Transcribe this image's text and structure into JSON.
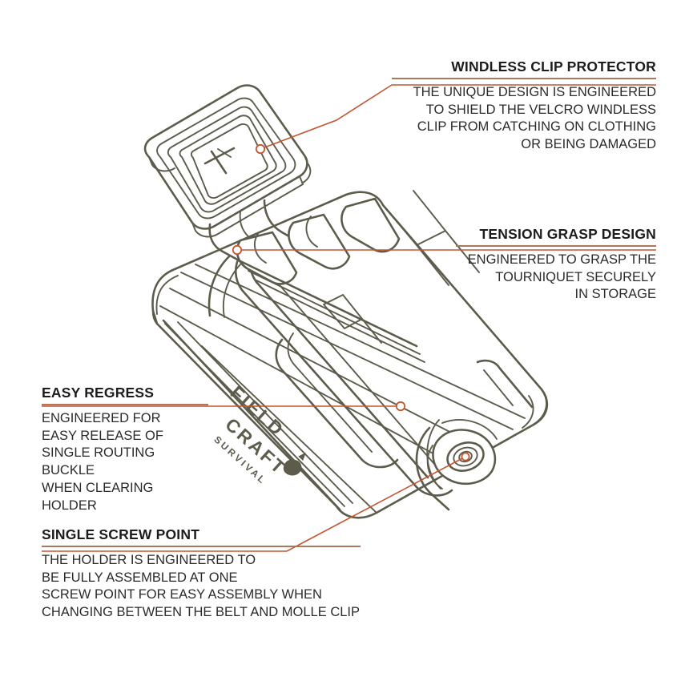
{
  "colors": {
    "outline": "#5d5c4c",
    "leader": "#c4552f",
    "rule": "#a9785f",
    "heading_text": "#1c1c1c",
    "body_text": "#2b2b2b",
    "background": "#ffffff"
  },
  "product": {
    "brand_line_1": "FIELD",
    "brand_line_2": "CRAFT",
    "brand_line_3": "SURVIVAL",
    "description": "isometric line drawing of a tourniquet holder with windlass clip protector"
  },
  "callouts": [
    {
      "id": "windless-clip-protector",
      "heading": "WINDLESS CLIP PROTECTOR",
      "body": "THE UNIQUE DESIGN IS ENGINEERED\nTO SHIELD THE VELCRO WINDLESS\nCLIP FROM CATCHING ON CLOTHING\nOR BEING DAMAGED",
      "align": "right"
    },
    {
      "id": "tension-grasp-design",
      "heading": "TENSION GRASP DESIGN",
      "body": "ENGINEERED TO GRASP THE\nTOURNIQUET SECURELY\nIN STORAGE",
      "align": "right"
    },
    {
      "id": "easy-regress",
      "heading": "EASY REGRESS",
      "body": "ENGINEERED FOR\nEASY RELEASE OF\nSINGLE ROUTING BUCKLE\nWHEN CLEARING HOLDER",
      "align": "left"
    },
    {
      "id": "single-screw-point",
      "heading": "SINGLE SCREW POINT",
      "body": "THE HOLDER IS ENGINEERED TO\nBE FULLY ASSEMBLED AT ONE\nSCREW POINT FOR EASY ASSEMBLY WHEN\nCHANGING BETWEEN THE BELT AND MOLLE CLIP",
      "align": "left"
    }
  ]
}
